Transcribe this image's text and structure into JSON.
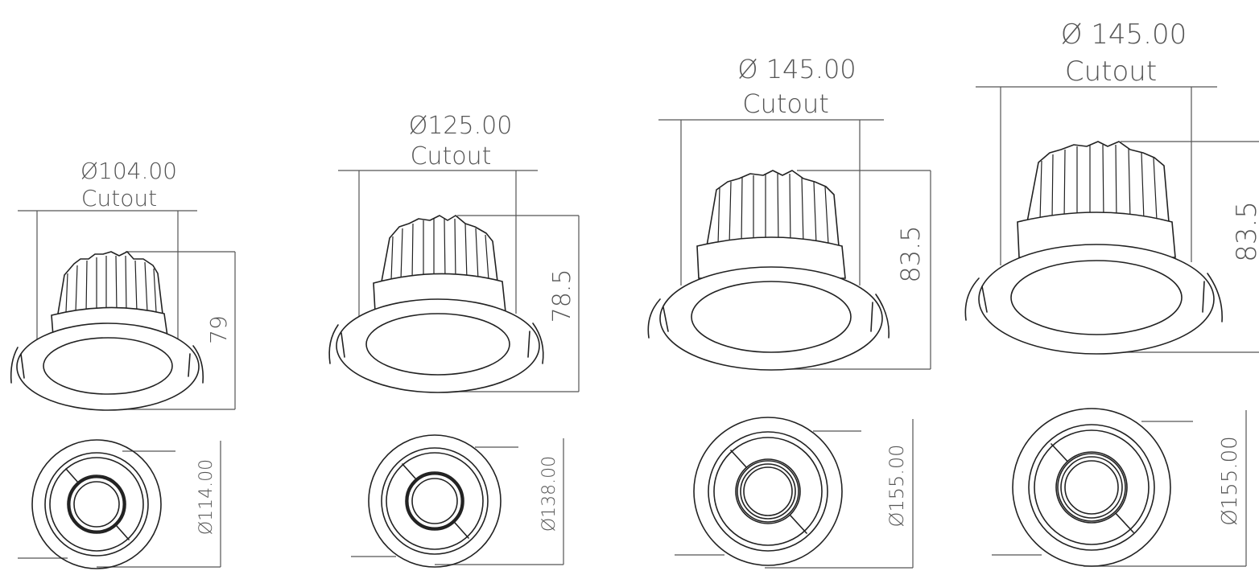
{
  "fixtures": [
    {
      "id": "fixture-1",
      "cutout_diameter": "Ø104.00",
      "cutout_word": "Cutout",
      "height": "79",
      "outer_diameter": "Ø114.00"
    },
    {
      "id": "fixture-2",
      "cutout_diameter": "Ø125.00",
      "cutout_word": "Cutout",
      "height": "78.5",
      "outer_diameter": "Ø138.00"
    },
    {
      "id": "fixture-3",
      "cutout_diameter": "Ø 145.00",
      "cutout_word": "Cutout",
      "height": "83.5",
      "outer_diameter": "Ø155.00"
    },
    {
      "id": "fixture-4",
      "cutout_diameter": "Ø 145.00",
      "cutout_word": "Cutout",
      "height": "83.5",
      "outer_diameter": "Ø155.00"
    }
  ]
}
